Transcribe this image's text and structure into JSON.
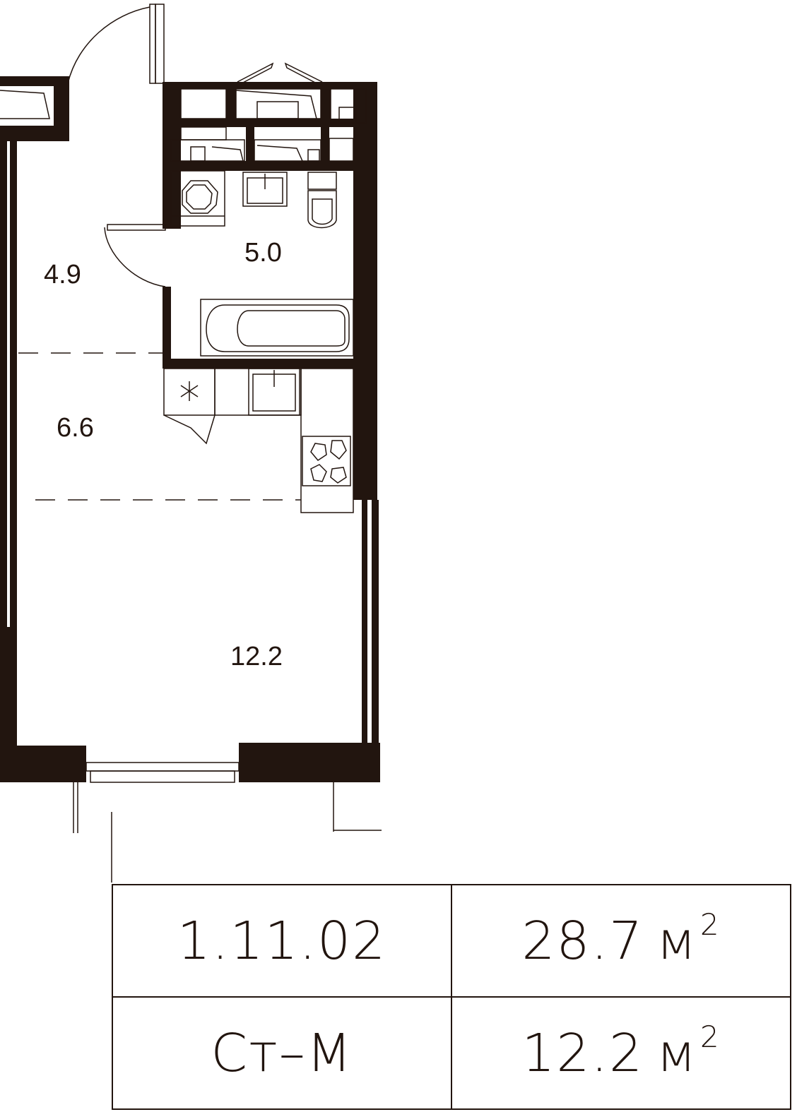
{
  "plan": {
    "rooms": [
      {
        "id": "hall",
        "area": "4.9"
      },
      {
        "id": "bathroom",
        "area": "5.0"
      },
      {
        "id": "kitchen",
        "area": "6.6"
      },
      {
        "id": "living",
        "area": "12.2"
      }
    ]
  },
  "info": {
    "apartment_number": "1.11.02",
    "total_area": "28.7",
    "type": "Ст–М",
    "living_area": "12.2",
    "unit": "м",
    "unit_power": "2"
  },
  "colors": {
    "ink": "#22150f",
    "background": "#ffffff"
  }
}
